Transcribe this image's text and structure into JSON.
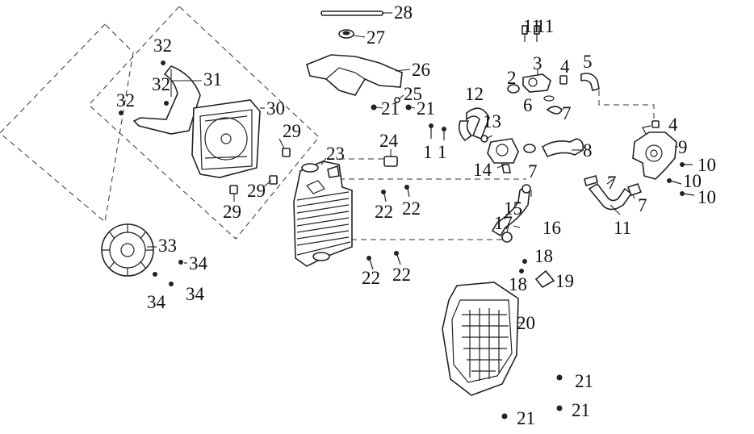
{
  "labels": {
    "l1a": "1",
    "l1b": "1",
    "l3": "3",
    "l4a": "4",
    "l4b": "4",
    "l5": "5",
    "l6": "6",
    "l7a": "7",
    "l7b": "7",
    "l7c": "7",
    "l7d": "7",
    "l8": "8",
    "l9": "9",
    "l10a": "10",
    "l10b": "10",
    "l10c": "10",
    "l11a": "11",
    "l11b": "11",
    "l12": "12",
    "l13": "13",
    "l14": "14",
    "l15": "15",
    "l16": "16",
    "l17": "17",
    "l18a": "18",
    "l18b": "18",
    "l19": "19",
    "l20": "20",
    "l21a": "21",
    "l21b": "21",
    "l21c": "21",
    "l21d": "21",
    "l21e": "21",
    "l22a": "22",
    "l22b": "22",
    "l22c": "22",
    "l22d": "22",
    "l23": "23",
    "l24": "24",
    "l25": "25",
    "l26": "26",
    "l27": "27",
    "l28": "28",
    "l29a": "29",
    "l29b": "29",
    "l29c": "29",
    "l30": "30",
    "l31": "31",
    "l32a": "32",
    "l32b": "32",
    "l32c": "32",
    "l33": "33",
    "l34a": "34",
    "l34b": "34",
    "l34c": "34",
    "l2": "2"
  }
}
